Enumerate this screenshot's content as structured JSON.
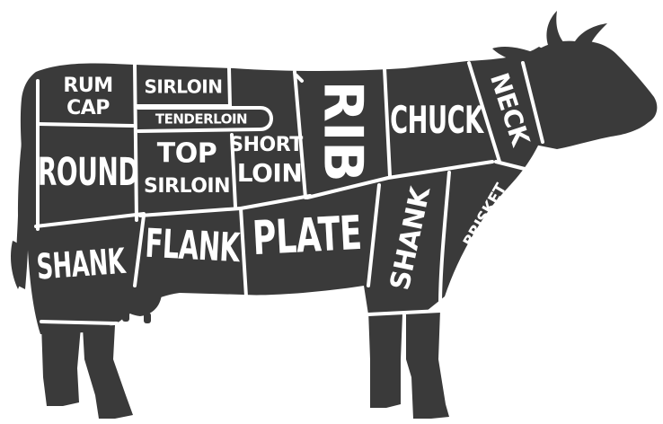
{
  "colors": {
    "body": "#3a3a3a",
    "divider": "#ffffff",
    "label": "#ffffff",
    "background": "#ffffff"
  },
  "cuts": {
    "rum_cap": [
      "RUM",
      "CAP"
    ],
    "sirloin": "SIRLOIN",
    "tenderloin": "TENDERLOIN",
    "round": "ROUND",
    "top_sirloin": [
      "TOP",
      "SIRLOIN"
    ],
    "short_loin": [
      "SHORT",
      "LOIN"
    ],
    "rib": "RIB",
    "chuck": "CHUCK",
    "neck": "NECK",
    "hind_shank": "SHANK",
    "flank": "FLANK",
    "plate": "PLATE",
    "fore_shank": "SHANK",
    "brisket": "BRISKET"
  }
}
